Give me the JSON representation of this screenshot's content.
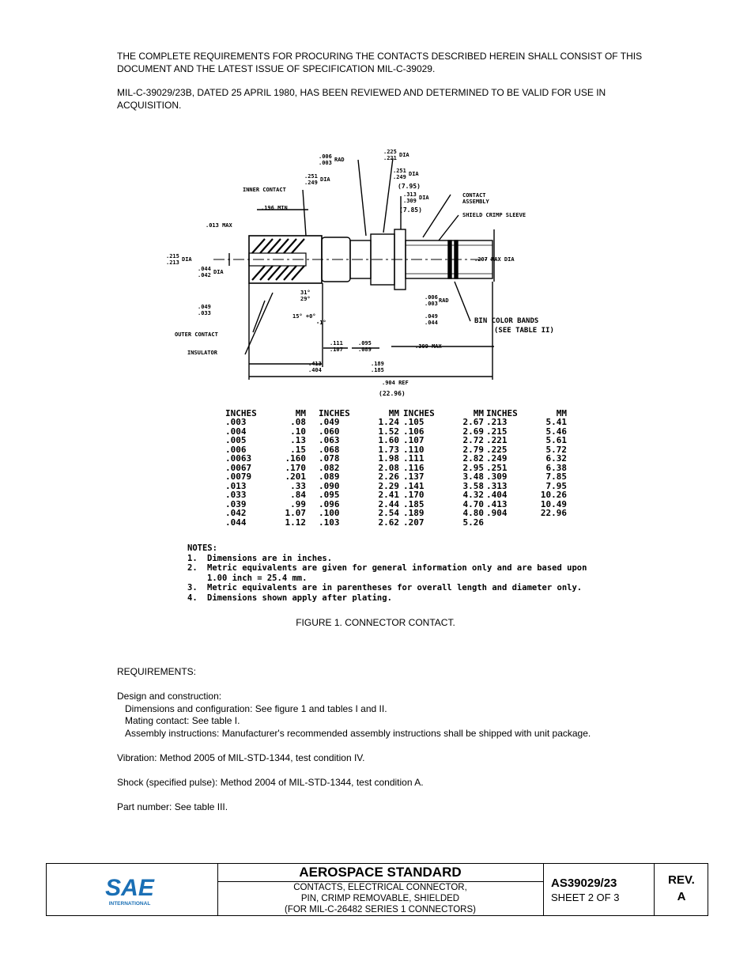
{
  "intro": {
    "p1": "THE COMPLETE REQUIREMENTS FOR PROCURING THE CONTACTS DESCRIBED HEREIN SHALL CONSIST OF THIS DOCUMENT AND THE LATEST ISSUE OF SPECIFICATION MIL-C-39029.",
    "p2": "MIL-C-39029/23B, DATED 25 APRIL 1980, HAS BEEN REVIEWED AND DETERMINED TO BE VALID FOR USE IN ACQUISITION."
  },
  "figure": {
    "labels": {
      "rad1a": ".006",
      "rad1b": ".003",
      "rad1": "RAD",
      "d225": ".225",
      "d221": ".221",
      "dia1": "DIA",
      "d251": ".251",
      "d249": ".249",
      "dia2": "DIA",
      "mm795": "(7.95)",
      "d313": ".313",
      "d309": ".309",
      "dia3": "DIA",
      "mm785": "(7.85)",
      "d251b": ".251",
      "d249b": ".249",
      "dia4": "DIA",
      "inner_contact": "INNER CONTACT",
      "contact_assembly_1": "CONTACT",
      "contact_assembly_2": "ASSEMBLY",
      "shield_sleeve": "SHIELD CRIMP SLEEVE",
      "min196": ".196 MIN",
      "max013": ".013 MAX",
      "d215": ".215",
      "d213": ".213",
      "dia5": "DIA",
      "d044": ".044",
      "d042": ".042",
      "dia6": "DIA",
      "max207": ".207 MAX DIA",
      "d049": ".049",
      "d033": ".033",
      "ang31": "31°",
      "ang29": "29°",
      "ang15": "15° +0°",
      "ang15b": "-1°",
      "rad2a": ".006",
      "rad2b": ".003",
      "rad2": "RAD",
      "d049b": ".049",
      "d044b": ".044",
      "outer_contact": "OUTER CONTACT",
      "insulator": "INSULATOR",
      "bin1": "BIN COLOR BANDS",
      "bin2": "(SEE TABLE II)",
      "d111": ".111",
      "d107": ".107",
      "d095": ".095",
      "d089": ".089",
      "max309": ".309 MAX",
      "d413": ".413",
      "d404": ".404",
      "d189": ".189",
      "d185": ".185",
      "ref904": ".904 REF",
      "mm2296": "(22.96)"
    }
  },
  "conversion": {
    "headers": {
      "inches": "INCHES",
      "mm": "MM"
    },
    "columns": [
      [
        [
          ".003",
          ".08"
        ],
        [
          ".004",
          ".10"
        ],
        [
          ".005",
          ".13"
        ],
        [
          ".006",
          ".15"
        ],
        [
          ".0063",
          ".160"
        ],
        [
          ".0067",
          ".170"
        ],
        [
          ".0079",
          ".201"
        ],
        [
          ".013",
          ".33"
        ],
        [
          ".033",
          ".84"
        ],
        [
          ".039",
          ".99"
        ],
        [
          ".042",
          "1.07"
        ],
        [
          ".044",
          "1.12"
        ]
      ],
      [
        [
          ".049",
          "1.24"
        ],
        [
          ".060",
          "1.52"
        ],
        [
          ".063",
          "1.60"
        ],
        [
          ".068",
          "1.73"
        ],
        [
          ".078",
          "1.98"
        ],
        [
          ".082",
          "2.08"
        ],
        [
          ".089",
          "2.26"
        ],
        [
          ".090",
          "2.29"
        ],
        [
          ".095",
          "2.41"
        ],
        [
          ".096",
          "2.44"
        ],
        [
          ".100",
          "2.54"
        ],
        [
          ".103",
          "2.62"
        ]
      ],
      [
        [
          ".105",
          "2.67"
        ],
        [
          ".106",
          "2.69"
        ],
        [
          ".107",
          "2.72"
        ],
        [
          ".110",
          "2.79"
        ],
        [
          ".111",
          "2.82"
        ],
        [
          ".116",
          "2.95"
        ],
        [
          ".137",
          "3.48"
        ],
        [
          ".141",
          "3.58"
        ],
        [
          ".170",
          "4.32"
        ],
        [
          ".185",
          "4.70"
        ],
        [
          ".189",
          "4.80"
        ],
        [
          ".207",
          "5.26"
        ]
      ],
      [
        [
          ".213",
          "5.41"
        ],
        [
          ".215",
          "5.46"
        ],
        [
          ".221",
          "5.61"
        ],
        [
          ".225",
          "5.72"
        ],
        [
          ".249",
          "6.32"
        ],
        [
          ".251",
          "6.38"
        ],
        [
          ".309",
          "7.85"
        ],
        [
          ".313",
          "7.95"
        ],
        [
          ".404",
          "10.26"
        ],
        [
          ".413",
          "10.49"
        ],
        [
          ".904",
          "22.96"
        ]
      ]
    ]
  },
  "notes": {
    "title": "NOTES:",
    "items": [
      {
        "num": "1.",
        "text": "Dimensions are in inches."
      },
      {
        "num": "2.",
        "text": "Metric equivalents are given for general information only and are based upon",
        "cont": "1.00 inch = 25.4 mm."
      },
      {
        "num": "3.",
        "text": "Metric equivalents are in parentheses for overall length and diameter only."
      },
      {
        "num": "4.",
        "text": "Dimensions shown apply after plating."
      }
    ]
  },
  "caption": "FIGURE 1.  CONNECTOR CONTACT.",
  "requirements": {
    "heading": "REQUIREMENTS:",
    "design_heading": "Design and construction:",
    "design_items": [
      "Dimensions and configuration:  See figure 1 and tables I and II.",
      "Mating contact:  See table I.",
      "Assembly instructions:  Manufacturer's recommended assembly instructions shall be shipped with unit package."
    ],
    "vibration": "Vibration:  Method 2005 of MIL-STD-1344, test condition IV.",
    "shock": "Shock (specified pulse):  Method 2004 of MIL-STD-1344, test condition A.",
    "part_number": "Part number:  See table III."
  },
  "footer": {
    "logo_text": "SAE",
    "logo_sub": "INTERNATIONAL",
    "logo_color": "#1a6fb5",
    "title": "AEROSPACE STANDARD",
    "subtitle": [
      "CONTACTS, ELECTRICAL CONNECTOR,",
      "PIN, CRIMP REMOVABLE, SHIELDED",
      "(FOR MIL-C-26482 SERIES 1 CONNECTORS)"
    ],
    "doc_number": "AS39029/23",
    "sheet": "SHEET 2 OF 3",
    "rev_label": "REV.",
    "rev_value": "A"
  }
}
